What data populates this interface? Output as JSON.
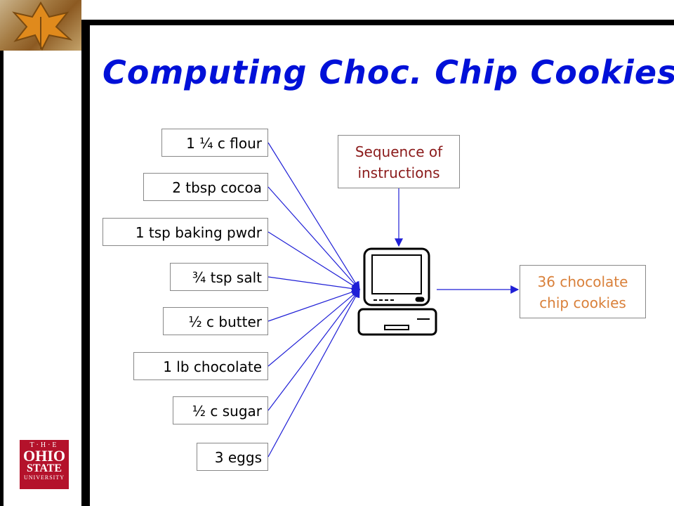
{
  "title": "Computing Choc. Chip Cookies",
  "inputs": [
    "1 ¼ c flour",
    "2 tbsp cocoa",
    "1 tsp baking pwdr",
    "¾ tsp salt",
    "½ c butter",
    "1 lb chocolate",
    "½ c sugar",
    "3 eggs"
  ],
  "sequence_label": "Sequence of instructions",
  "output_label": "36 chocolate chip cookies",
  "logo": {
    "line1": "T·H·E",
    "line2": "OHIO",
    "line3": "STATE",
    "line4": "UNIVERSITY"
  },
  "colors": {
    "title": "#0010d8",
    "arrow": "#1f1fd6",
    "sequence": "#8b1a1a",
    "output": "#d9803a",
    "logo": "#b4122b"
  }
}
